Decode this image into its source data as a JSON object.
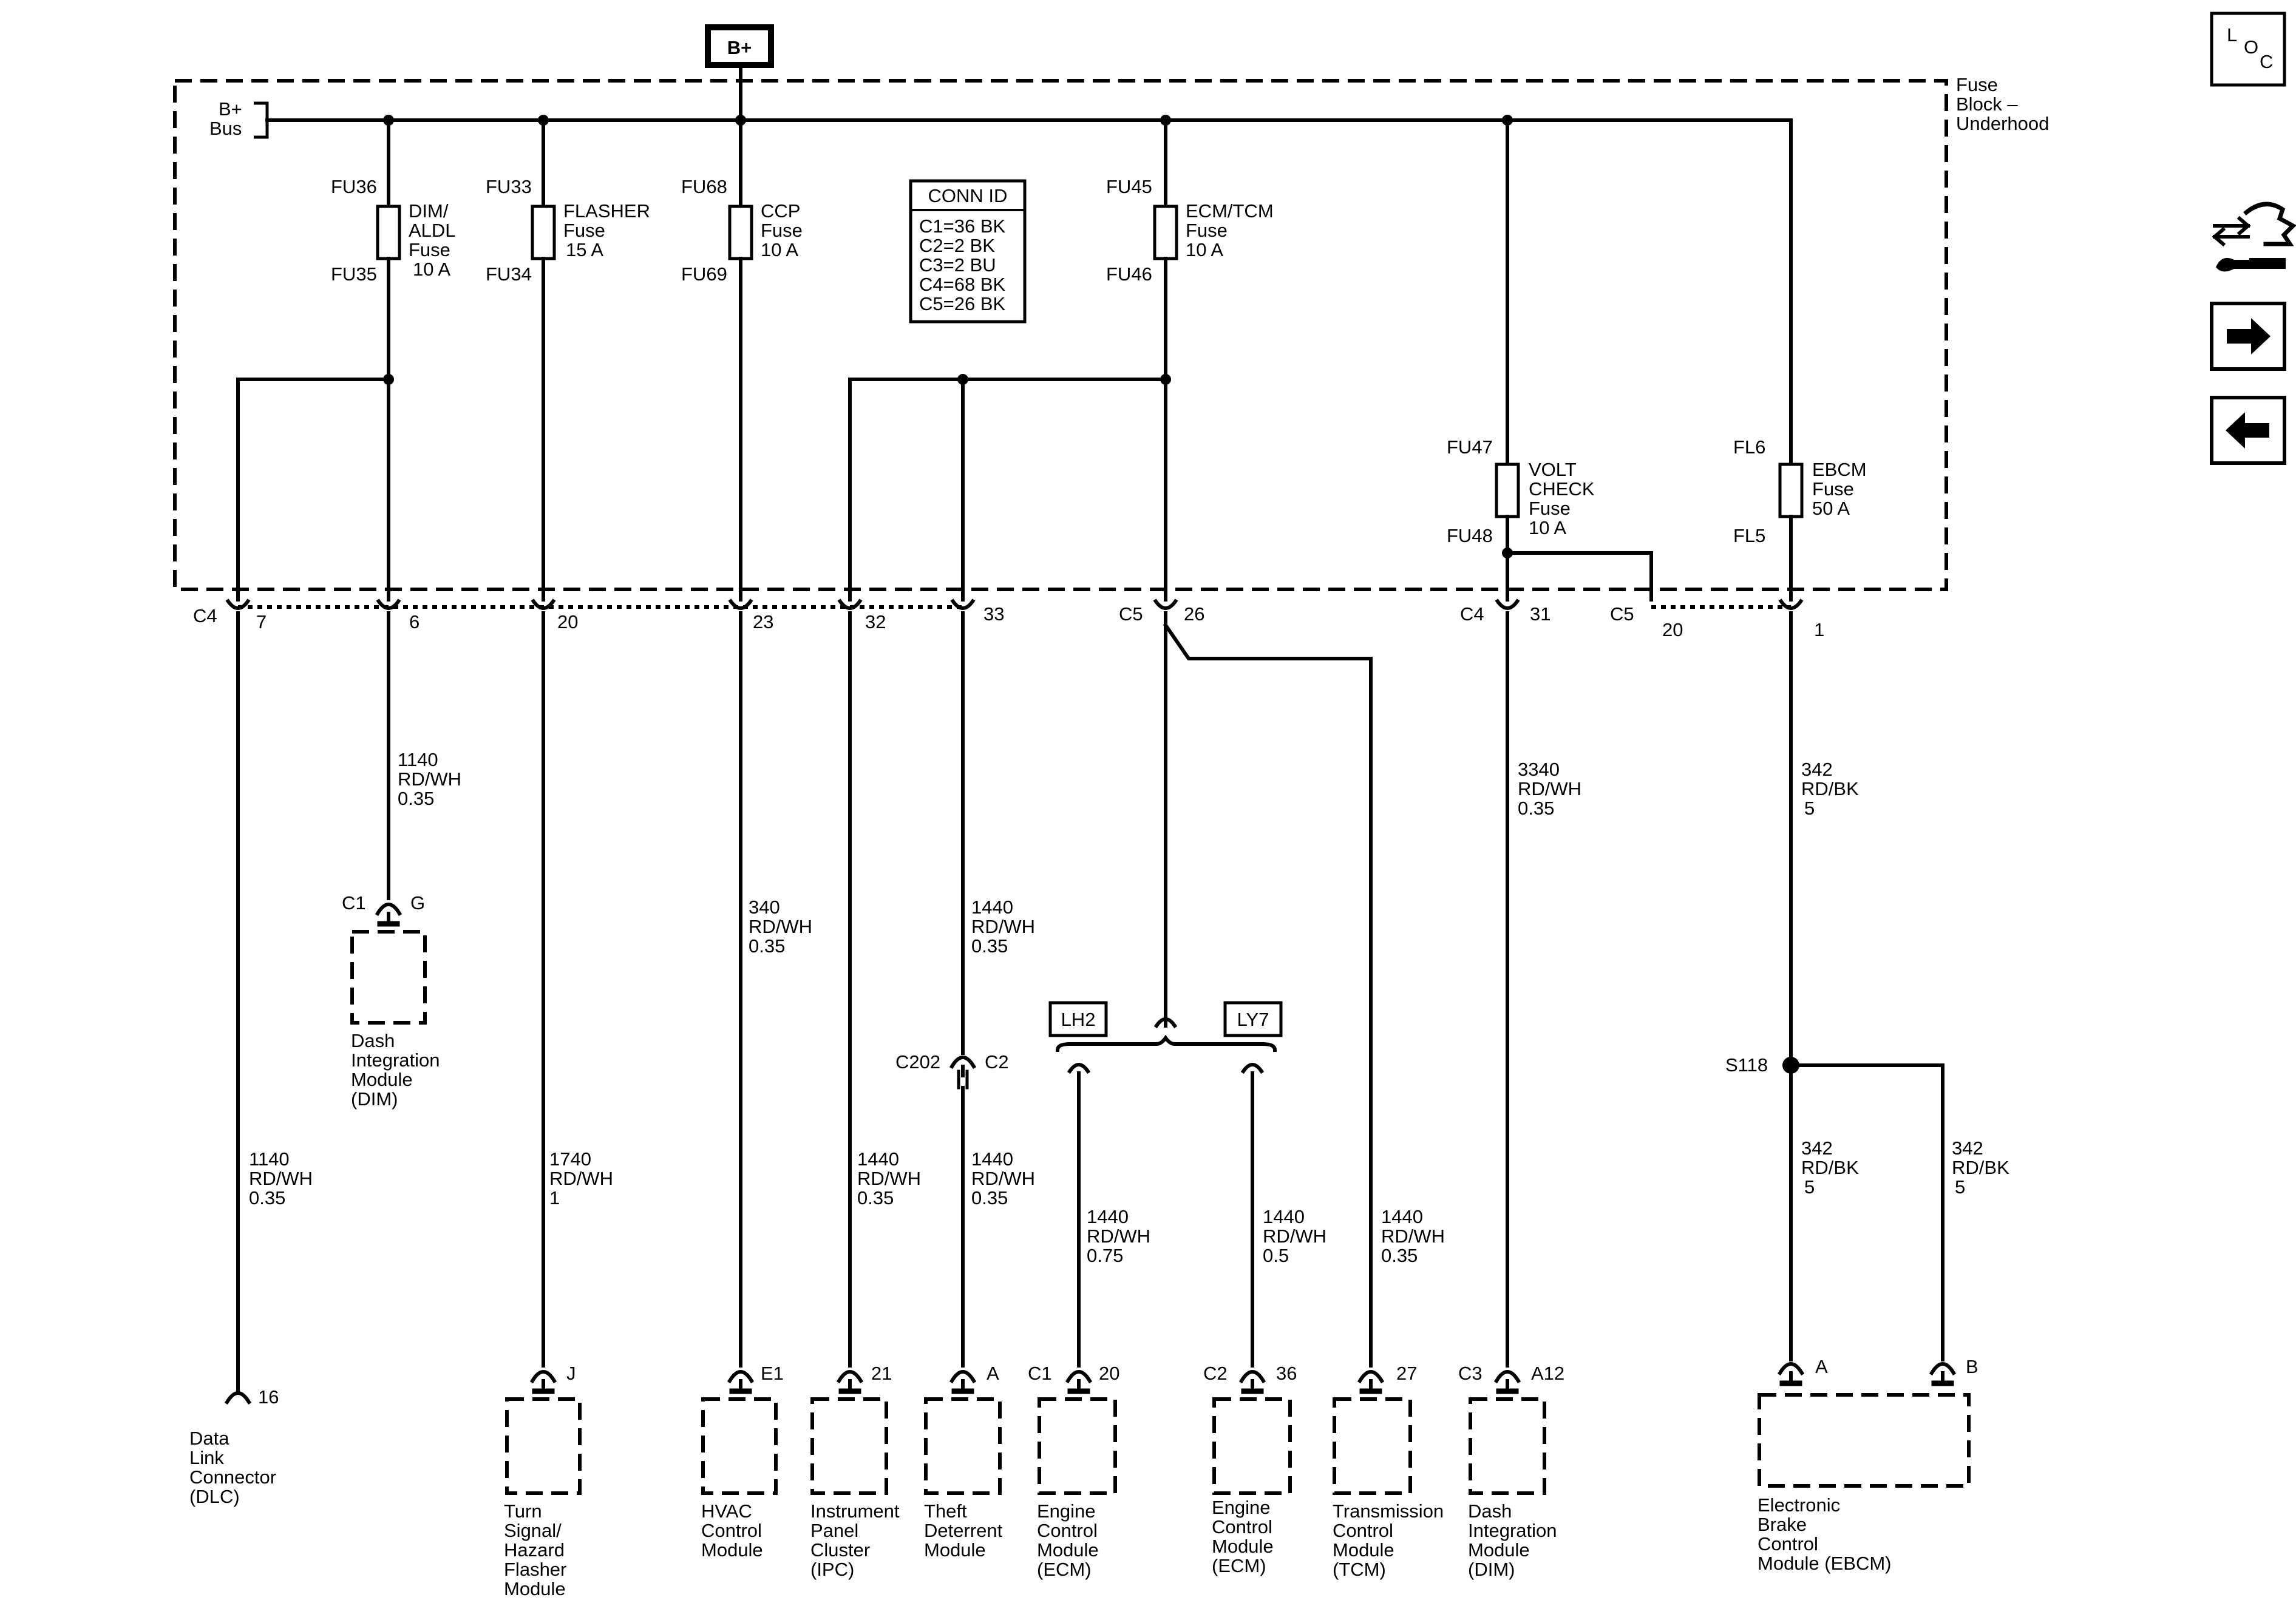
{
  "power_source": "B+",
  "fuse_block": {
    "title_lines": [
      "Fuse",
      "Block –",
      "Underhood"
    ],
    "bus_lines": [
      "B+",
      "Bus"
    ]
  },
  "fuses": [
    {
      "top_id": "FU36",
      "bottom_id": "FU35",
      "name_lines": [
        "DIM/",
        "ALDL",
        "Fuse",
        "10 A"
      ]
    },
    {
      "top_id": "FU33",
      "bottom_id": "FU34",
      "name_lines": [
        "FLASHER",
        "Fuse",
        "15 A"
      ]
    },
    {
      "top_id": "FU68",
      "bottom_id": "FU69",
      "name_lines": [
        "CCP",
        "Fuse",
        "10 A"
      ]
    },
    {
      "top_id": "FU45",
      "bottom_id": "FU46",
      "name_lines": [
        "ECM/TCM",
        "Fuse",
        "10 A"
      ]
    },
    {
      "top_id": "FU47",
      "bottom_id": "FU48",
      "name_lines": [
        "VOLT",
        "CHECK",
        "Fuse",
        "10 A"
      ]
    },
    {
      "top_id": "FL6",
      "bottom_id": "FL5",
      "name_lines": [
        "EBCM",
        "Fuse",
        "50 A"
      ]
    }
  ],
  "conn_id": {
    "title": "CONN ID",
    "rows": [
      "C1=36 BK",
      "C2=2 BK",
      "C3=2 BU",
      "C4=68 BK",
      "C5=26 BK"
    ]
  },
  "block_pins": {
    "c4": "C4",
    "c5": "C5",
    "p7": "7",
    "p6": "6",
    "p20": "20",
    "p23": "23",
    "p32": "32",
    "p33": "33",
    "p26": "26",
    "p31": "31",
    "p20b": "20",
    "p1": "1"
  },
  "wires": {
    "w_dim_top": [
      "1140",
      "RD/WH",
      "0.35"
    ],
    "w_dlc": [
      "1140",
      "RD/WH",
      "0.35"
    ],
    "w_flasher": [
      "1740",
      "RD/WH",
      "1"
    ],
    "w_hvac": [
      "340",
      "RD/WH",
      "0.35"
    ],
    "w_ipc": [
      "1440",
      "RD/WH",
      "0.35"
    ],
    "w_theft_top": [
      "1440",
      "RD/WH",
      "0.35"
    ],
    "w_theft_bottom": [
      "1440",
      "RD/WH",
      "0.35"
    ],
    "w_ecm_lh2": [
      "1440",
      "RD/WH",
      "0.75"
    ],
    "w_ecm_ly7": [
      "1440",
      "RD/WH",
      "0.5"
    ],
    "w_tcm": [
      "1440",
      "RD/WH",
      "0.35"
    ],
    "w_dim_volt": [
      "3340",
      "RD/WH",
      "0.35"
    ],
    "w_ebcm_top": [
      "342",
      "RD/BK",
      "5"
    ],
    "w_ebcm_a": [
      "342",
      "RD/BK",
      "5"
    ],
    "w_ebcm_b": [
      "342",
      "RD/BK",
      "5"
    ]
  },
  "options": {
    "lh2": "LH2",
    "ly7": "LY7"
  },
  "splices": {
    "s118": "S118"
  },
  "inline_connector": {
    "name": "C202",
    "pin": "C2"
  },
  "components": {
    "dim_top": {
      "conn": "C1",
      "pin": "G",
      "name_lines": [
        "Dash",
        "Integration",
        "Module",
        "(DIM)"
      ]
    },
    "dlc": {
      "pin": "16",
      "name_lines": [
        "Data",
        "Link",
        "Connector",
        "(DLC)"
      ]
    },
    "flasher": {
      "pin": "J",
      "name_lines": [
        "Turn",
        "Signal/",
        "Hazard",
        "Flasher",
        "Module"
      ]
    },
    "hvac": {
      "pin": "E1",
      "name_lines": [
        "HVAC",
        "Control",
        "Module"
      ]
    },
    "ipc": {
      "pin": "21",
      "name_lines": [
        "Instrument",
        "Panel",
        "Cluster",
        "(IPC)"
      ]
    },
    "theft": {
      "pin": "A",
      "name_lines": [
        "Theft",
        "Deterrent",
        "Module"
      ]
    },
    "ecm_lh2": {
      "conn": "C1",
      "pin": "20",
      "name_lines": [
        "Engine",
        "Control",
        "Module",
        "(ECM)"
      ]
    },
    "ecm_ly7": {
      "conn": "C2",
      "pin": "36",
      "name_lines": [
        "Engine",
        "Control",
        "Module",
        "(ECM)"
      ]
    },
    "tcm": {
      "pin": "27",
      "name_lines": [
        "Transmission",
        "Control",
        "Module",
        "(TCM)"
      ]
    },
    "dim_bottom": {
      "conn": "C3",
      "pin": "A12",
      "name_lines": [
        "Dash",
        "Integration",
        "Module",
        "(DIM)"
      ]
    },
    "ebcm": {
      "pin_a": "A",
      "pin_b": "B",
      "name_lines": [
        "Electronic",
        "Brake",
        "Control",
        "Module (EBCM)"
      ]
    }
  },
  "side_nav": {
    "loc": [
      "L",
      "O",
      "C"
    ],
    "icons": [
      "schematic-tools-icon",
      "arrow-right-icon",
      "arrow-left-icon"
    ]
  }
}
